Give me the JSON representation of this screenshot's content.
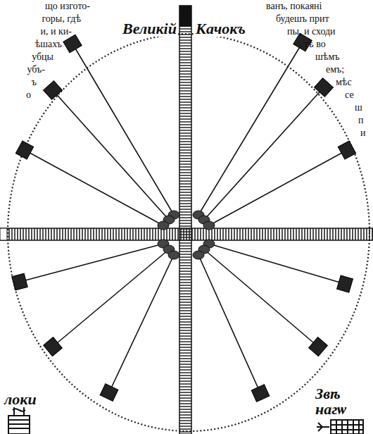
{
  "diagram": {
    "labels": [
      "Великій",
      "Качокъ",
      "що изгото-",
      "горы, гдѣ",
      "и, и ки-",
      "ѣшахъ",
      "убцы",
      "убъ-",
      "ъ",
      "о",
      "ванъ, покаяні",
      "будешъ прит",
      "пы, и сходи",
      "тѣ во",
      "шѣмъ",
      "емъ;",
      "мѣс",
      "се",
      "ш",
      "п",
      "и",
      "локи",
      "Звѣ нагѡ"
    ]
  }
}
